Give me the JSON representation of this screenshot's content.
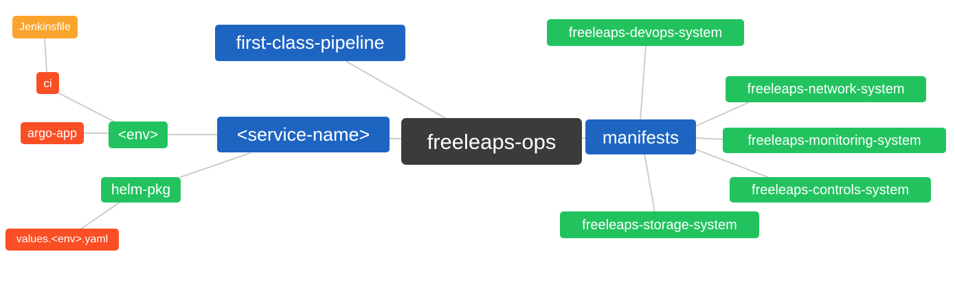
{
  "diagram": {
    "type": "mindmap",
    "root": "freeleaps-ops",
    "background": "#ffffff",
    "edge_color": "#cccccc",
    "palette": {
      "blue": "#1e65c2",
      "green": "#22c35f",
      "orange": "#f9a42c",
      "red_orange": "#fa4e24",
      "dark_gray": "#3b3b3b",
      "text": "#ffffff"
    },
    "nodes": [
      {
        "id": "jenkinsfile",
        "label": "Jenkinsfile",
        "color": "#f9a42c"
      },
      {
        "id": "ci",
        "label": "ci",
        "color": "#fa4e24"
      },
      {
        "id": "argo-app",
        "label": "argo-app",
        "color": "#fa4e24"
      },
      {
        "id": "env",
        "label": "<env>",
        "color": "#22c35f"
      },
      {
        "id": "helm-pkg",
        "label": "helm-pkg",
        "color": "#22c35f"
      },
      {
        "id": "values-env-yaml",
        "label": "values.<env>.yaml",
        "color": "#fa4e24"
      },
      {
        "id": "first-class-pipeline",
        "label": "first-class-pipeline",
        "color": "#1e65c2"
      },
      {
        "id": "service-name",
        "label": "<service-name>",
        "color": "#1e65c2"
      },
      {
        "id": "freeleaps-ops",
        "label": "freeleaps-ops",
        "color": "#3b3b3b"
      },
      {
        "id": "manifests",
        "label": "manifests",
        "color": "#1e65c2"
      },
      {
        "id": "freeleaps-devops-system",
        "label": "freeleaps-devops-system",
        "color": "#22c35f"
      },
      {
        "id": "freeleaps-network-system",
        "label": "freeleaps-network-system",
        "color": "#22c35f"
      },
      {
        "id": "freeleaps-monitoring-system",
        "label": "freeleaps-monitoring-system",
        "color": "#22c35f"
      },
      {
        "id": "freeleaps-controls-system",
        "label": "freeleaps-controls-system",
        "color": "#22c35f"
      },
      {
        "id": "freeleaps-storage-system",
        "label": "freeleaps-storage-system",
        "color": "#22c35f"
      }
    ],
    "edges": [
      [
        "Jenkinsfile",
        "ci"
      ],
      [
        "ci",
        "<env>"
      ],
      [
        "argo-app",
        "<env>"
      ],
      [
        "<env>",
        "<service-name>"
      ],
      [
        "<service-name>",
        "helm-pkg"
      ],
      [
        "helm-pkg",
        "values.<env>.yaml"
      ],
      [
        "first-class-pipeline",
        "freeleaps-ops"
      ],
      [
        "<service-name>",
        "freeleaps-ops"
      ],
      [
        "freeleaps-ops",
        "manifests"
      ],
      [
        "manifests",
        "freeleaps-devops-system"
      ],
      [
        "manifests",
        "freeleaps-network-system"
      ],
      [
        "manifests",
        "freeleaps-monitoring-system"
      ],
      [
        "manifests",
        "freeleaps-controls-system"
      ],
      [
        "manifests",
        "freeleaps-storage-system"
      ]
    ]
  }
}
